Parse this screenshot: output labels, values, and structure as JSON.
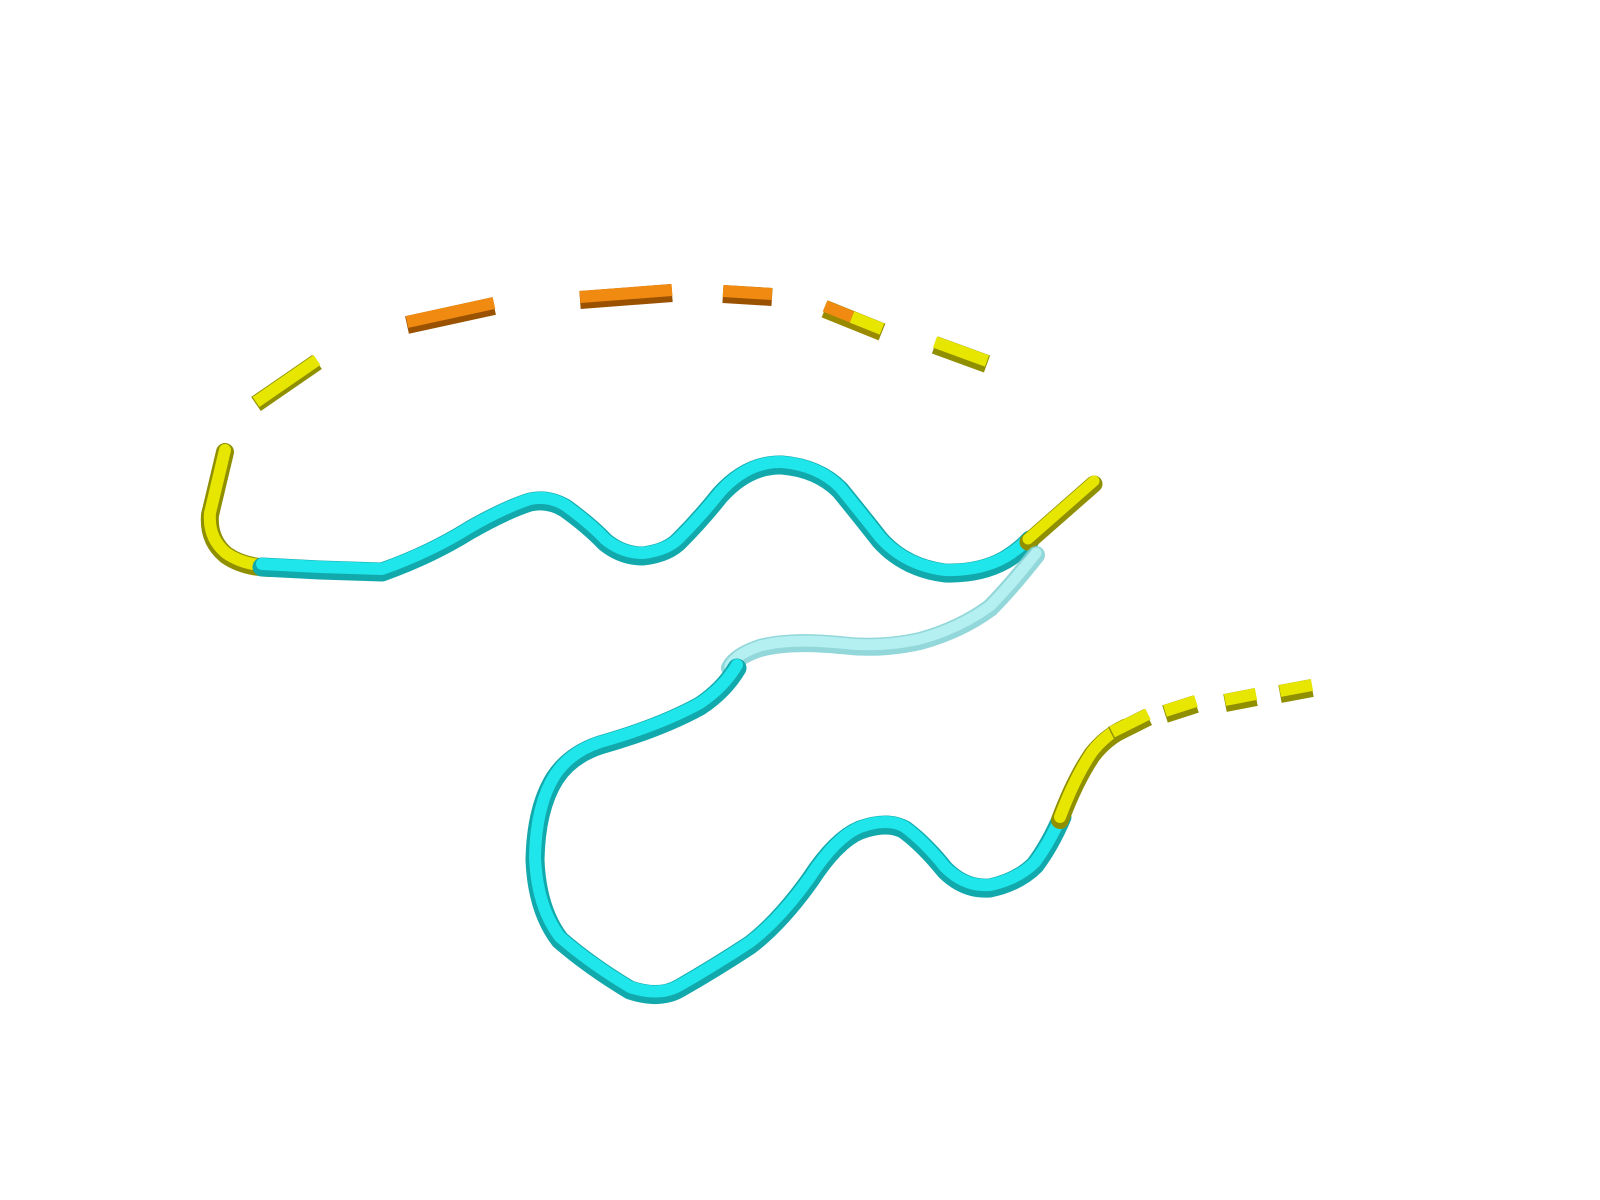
{
  "scene": {
    "background": "#ffffff",
    "representation": "cartoon-tube",
    "colors": {
      "loop": "#1fe6ea",
      "loop_shadow": "#12a9ad",
      "terminal": "#e6e600",
      "terminal_shadow": "#8f8f00",
      "gap_segment": "#f08a10",
      "gap_segment_shadow": "#9a5200",
      "faded_loop": "#b8f2f3"
    },
    "segments": [
      {
        "name": "cyan-loop-upper",
        "color_key": "loop"
      },
      {
        "name": "cyan-loop-lower",
        "color_key": "loop"
      },
      {
        "name": "yellow-terminal-left",
        "color_key": "terminal"
      },
      {
        "name": "yellow-terminal-right",
        "color_key": "terminal"
      },
      {
        "name": "orange-dashed-gap",
        "color_key": "gap_segment"
      },
      {
        "name": "yellow-dashed-gap-right",
        "color_key": "terminal"
      }
    ]
  }
}
